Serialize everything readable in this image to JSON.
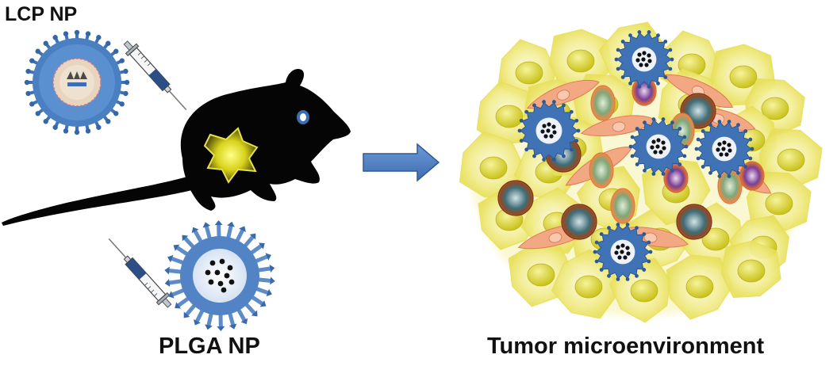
{
  "labels": {
    "lcp": "LCP NP",
    "plga": "PLGA NP",
    "tumor": "Tumor microenvironment"
  },
  "colors": {
    "np_blue": "#3f73b5",
    "np_light": "#6f9ad2",
    "plga_core": "#e8eef8",
    "mouse": "#050505",
    "tumor_glow": "#e0dc1a",
    "arrow": "#4a7bc0",
    "cell_fill": "#f6f2a8",
    "cell_nucleus": "#ddd83a",
    "fibroblast": "#f2a882",
    "macrophage_rim": "#a03d20",
    "lymphocyte": "#6d3a8a"
  },
  "icons": {
    "lcp_nanoparticle": "lcp-nanoparticle-icon",
    "plga_nanoparticle": "plga-nanoparticle-icon",
    "syringe": "syringe-icon",
    "mouse": "mouse-icon",
    "arrow": "right-arrow-icon"
  }
}
